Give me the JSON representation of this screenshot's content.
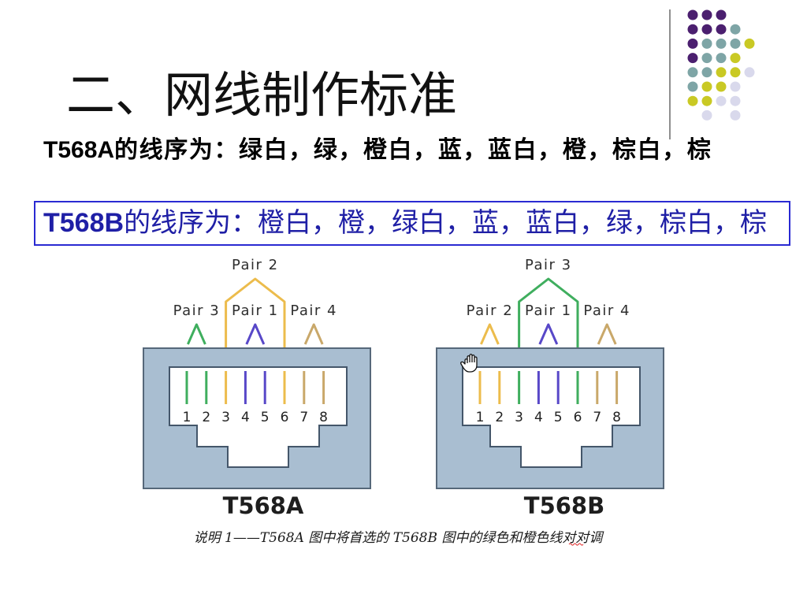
{
  "slide": {
    "title": "二、网线制作标准",
    "t568a_order": {
      "code": "T568A",
      "text": "的线序为：绿白，绿，橙白，蓝，蓝白，橙，棕白，棕"
    },
    "t568b_order": {
      "code": "T568B",
      "text": "的线序为：橙白，橙，绿白，蓝，蓝白，绿，棕白，棕"
    }
  },
  "diagram": {
    "connectors": [
      {
        "name": "T568A",
        "top_pair": {
          "label": "Pair 2",
          "color": "#ecbc4c"
        },
        "side_pairs": [
          {
            "label": "Pair 3",
            "color": "#3fae5e"
          },
          {
            "label": "Pair 1",
            "color": "#5848c8"
          },
          {
            "label": "Pair 4",
            "color": "#c9a86a"
          }
        ],
        "pins": [
          "1",
          "2",
          "3",
          "4",
          "5",
          "6",
          "7",
          "8"
        ],
        "wire_colors": [
          "#3fae5e",
          "#3fae5e",
          "#ecbc4c",
          "#5848c8",
          "#5848c8",
          "#ecbc4c",
          "#c9a86a",
          "#c9a86a"
        ]
      },
      {
        "name": "T568B",
        "top_pair": {
          "label": "Pair 3",
          "color": "#3fae5e"
        },
        "side_pairs": [
          {
            "label": "Pair 2",
            "color": "#ecbc4c"
          },
          {
            "label": "Pair 1",
            "color": "#5848c8"
          },
          {
            "label": "Pair 4",
            "color": "#c9a86a"
          }
        ],
        "pins": [
          "1",
          "2",
          "3",
          "4",
          "5",
          "6",
          "7",
          "8"
        ],
        "wire_colors": [
          "#ecbc4c",
          "#ecbc4c",
          "#3fae5e",
          "#5848c8",
          "#5848c8",
          "#3fae5e",
          "#c9a86a",
          "#c9a86a"
        ]
      }
    ],
    "caption": "说明 1——T568A 图中将首选的 T568B 图中的绿色和橙色线对对调"
  },
  "theme": {
    "dot_palette": [
      "#4b1f6f",
      "#7ea5a6",
      "#c9c924",
      "#d9d9ec"
    ],
    "box_border": "#2a2ad2",
    "box_text": "#1f1fa6",
    "connector_body": "#a9bed1"
  }
}
